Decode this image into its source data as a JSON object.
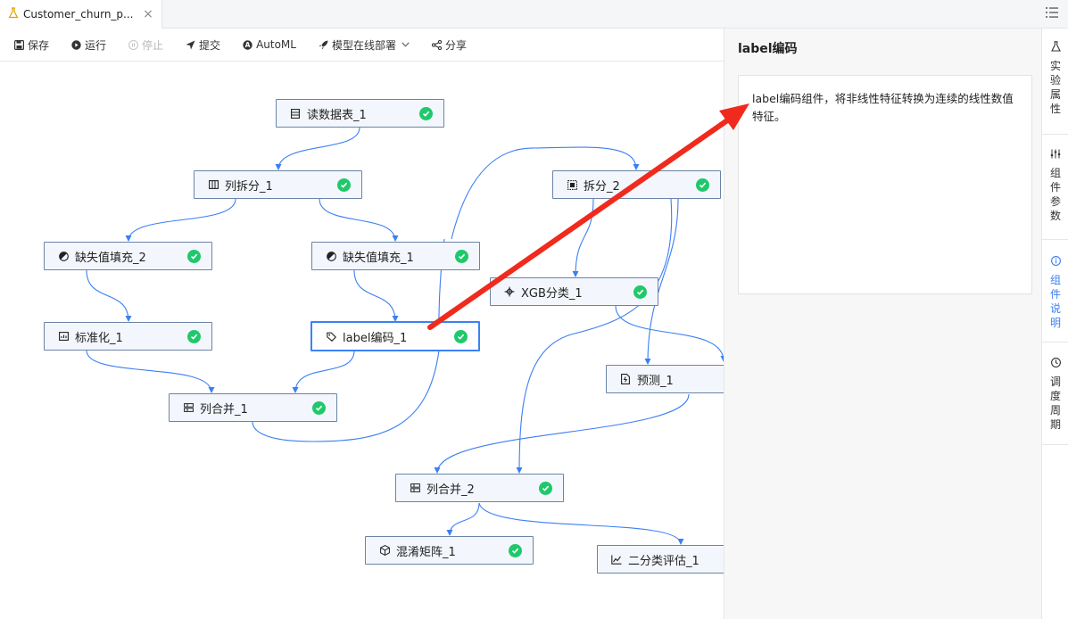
{
  "tab": {
    "title": "Customer_churn_p...",
    "close": "×"
  },
  "toolbar": {
    "save": "保存",
    "run": "运行",
    "stop": "停止",
    "submit": "提交",
    "automl": "AutoML",
    "deploy": "模型在线部署",
    "share": "分享"
  },
  "nodes": {
    "read_table": "读数据表_1",
    "col_split": "列拆分_1",
    "fill_missing_2": "缺失值填充_2",
    "fill_missing_1": "缺失值填充_1",
    "standardize": "标准化_1",
    "label_encode": "label编码_1",
    "col_merge_1": "列合并_1",
    "split_2": "拆分_2",
    "xgb": "XGB分类_1",
    "predict": "预测_1",
    "col_merge_2": "列合并_2",
    "confusion": "混淆矩阵_1",
    "binary_eval": "二分类评估_1"
  },
  "panel": {
    "title": "label编码",
    "description": "label编码组件，将非线性特征转换为连续的线性数值特征。"
  },
  "side_tabs": {
    "experiment_props": "实验属性",
    "component_params": "组件参数",
    "component_desc": "组件说明",
    "schedule": "调度周期"
  },
  "colors": {
    "accent": "#3b7ff3",
    "edge": "#3b7ff3",
    "success": "#1fc96b",
    "annotation_arrow": "#f02a1c"
  }
}
